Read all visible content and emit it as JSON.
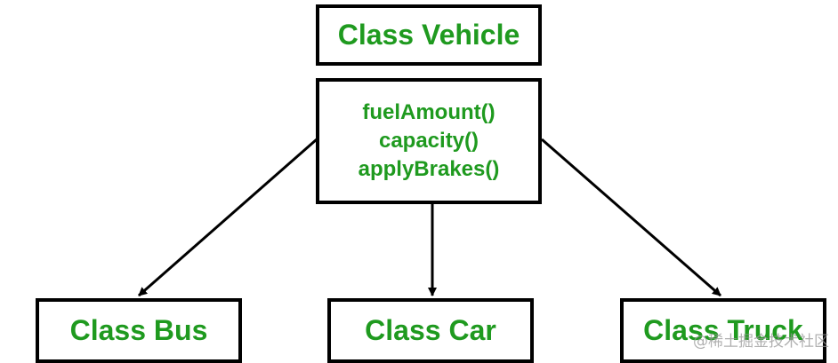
{
  "diagram": {
    "parent": {
      "title": "Class Vehicle"
    },
    "methods": [
      "fuelAmount()",
      "capacity()",
      "applyBrakes()"
    ],
    "children": [
      {
        "title": "Class Bus"
      },
      {
        "title": "Class Car"
      },
      {
        "title": "Class Truck"
      }
    ]
  },
  "colors": {
    "text": "#1f9a1f",
    "border": "#000000",
    "background": "#ffffff"
  },
  "watermark": "@稀土掘金技术社区"
}
